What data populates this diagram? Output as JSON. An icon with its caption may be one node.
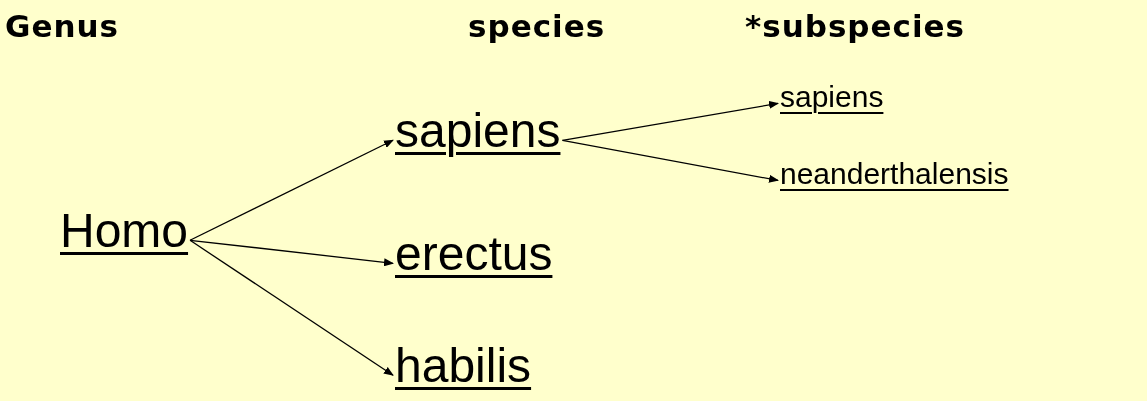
{
  "diagram": {
    "nodes": [
      {
        "text": [
          "Homo"
        ]
      },
      {
        "text": [
          "sapiens"
        ]
      },
      {
        "text": [
          "erectus"
        ]
      },
      {
        "text": [
          "habilis"
        ]
      },
      {
        "text": [
          "sapiens"
        ]
      },
      {
        "text": [
          "neanderthalensis"
        ]
      }
    ],
    "edges": [
      {
        "from": 0,
        "to": 1,
        "arrow": "to"
      },
      {
        "from": 0,
        "to": 2,
        "arrow": "to"
      },
      {
        "from": 0,
        "to": 3,
        "arrow": "to"
      },
      {
        "from": 1,
        "to": 4,
        "arrow": "to"
      },
      {
        "from": 1,
        "to": 5,
        "arrow": "to"
      }
    ],
    "labels": [
      "Genus",
      "species",
      "*subspecies"
    ]
  }
}
